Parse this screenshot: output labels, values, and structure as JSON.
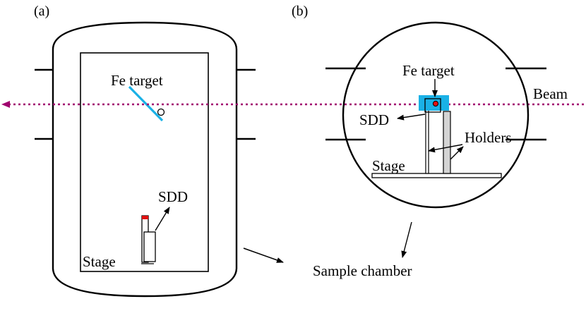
{
  "panels": {
    "a": {
      "label": "(a)",
      "fe_target": "Fe target",
      "sdd": "SDD",
      "stage": "Stage"
    },
    "b": {
      "label": "(b)",
      "fe_target": "Fe target",
      "sdd": "SDD",
      "holders": "Holders",
      "stage": "Stage",
      "beam": "Beam"
    }
  },
  "caption": "Sample chamber",
  "colors": {
    "beam": "#a0006e",
    "fe_target": "#1ab1e6",
    "sdd_tip": "#e01010",
    "holder_fill": "#d4d4d4",
    "outline": "#000000"
  }
}
